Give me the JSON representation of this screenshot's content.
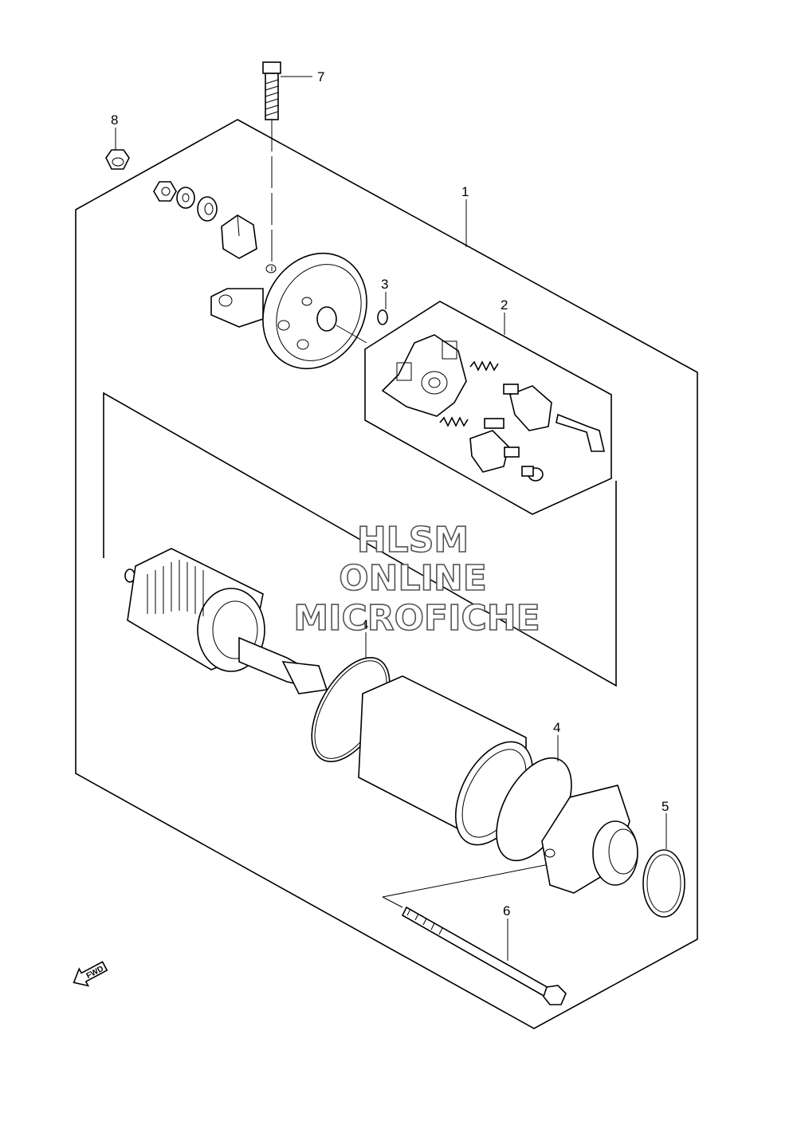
{
  "callouts": {
    "c1": "1",
    "c2": "2",
    "c3": "3",
    "c4a": "4",
    "c4b": "4",
    "c5": "5",
    "c6": "6",
    "c7": "7",
    "c8": "8"
  },
  "watermark": {
    "line1": "HLSM",
    "line2": "ONLINE",
    "line3": "MICROFICHE"
  },
  "fwd_label": "FWD"
}
